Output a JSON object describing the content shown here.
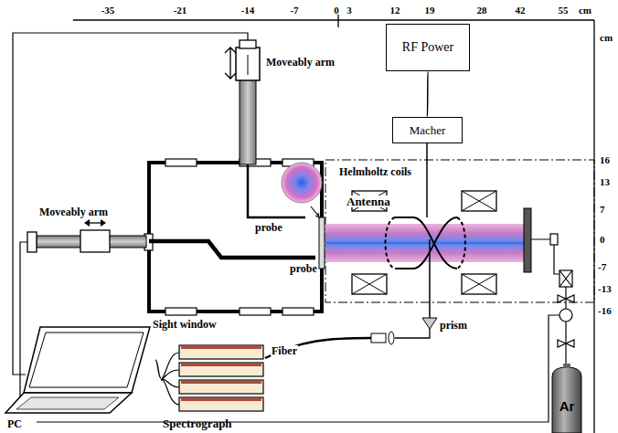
{
  "diagram": {
    "nodes": [
      {
        "text": [
          "RF Power"
        ]
      },
      {
        "text": [
          "Macher"
        ]
      },
      {
        "text": [
          "Spectrograph"
        ]
      },
      {
        "text": [
          "PC"
        ]
      },
      {
        "text": [
          "Ar"
        ]
      }
    ],
    "edges": [
      {
        "from": 0,
        "to": 1,
        "arrow": "none"
      },
      {
        "from": 2,
        "to": 3,
        "arrow": "none"
      }
    ],
    "labels": [
      "-35",
      "-21",
      "-14",
      "-7",
      "0",
      "3",
      "12",
      "19",
      "28",
      "42",
      "55",
      "cm",
      "cm",
      "16",
      "13",
      "7",
      "0",
      "-7",
      "-13",
      "-16",
      "Moveably arm",
      "Moveably arm",
      "probe",
      "probe",
      "Helmholtz coils",
      "Antenna",
      "Sight window",
      "Fiber",
      "prism"
    ]
  }
}
